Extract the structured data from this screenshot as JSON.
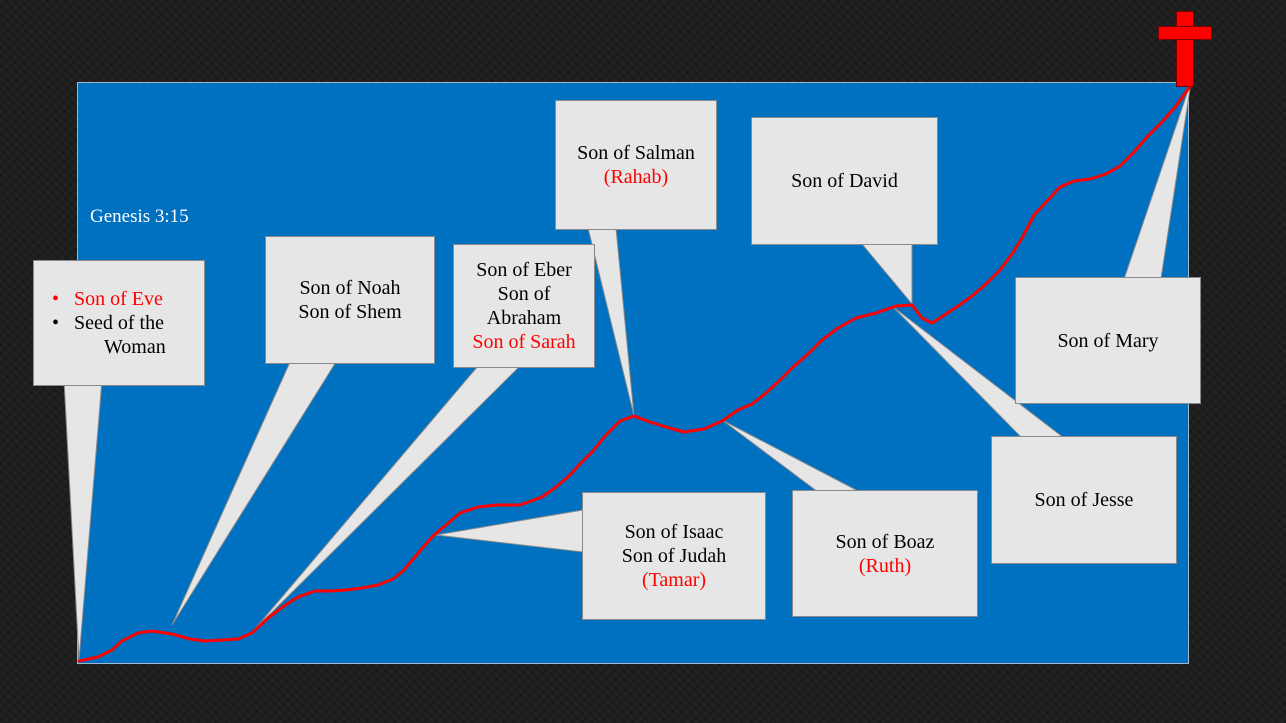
{
  "genesis_label": "Genesis 3:15",
  "boxes": {
    "eve": {
      "bullet1": "Son of Eve",
      "bullet2_a": "Seed of the",
      "bullet2_b": "Woman",
      "bullet_symbol": "•"
    },
    "noah": {
      "line1": "Son of Noah",
      "line2": "Son of Shem"
    },
    "eber": {
      "line1": "Son of Eber",
      "line2": "Son of",
      "line3": "Abraham",
      "line4": "Son of Sarah"
    },
    "salman": {
      "line1": "Son of Salman",
      "line2": "(Rahab)"
    },
    "david": {
      "line1": "Son of David"
    },
    "mary": {
      "line1": "Son of Mary"
    },
    "isaac": {
      "line1": "Son of Isaac",
      "line2": "Son of Judah",
      "line3": "(Tamar)"
    },
    "boaz": {
      "line1": "Son of Boaz",
      "line2": "(Ruth)"
    },
    "jesse": {
      "line1": "Son of Jesse"
    }
  },
  "colors": {
    "background": "#1e1e1e",
    "panel": "#0070c0",
    "box": "#e6e6e6",
    "line": "#ff0000",
    "cross": "#ff0000",
    "highlight_text": "#ff0000"
  },
  "icons": {
    "cross": "cross-icon"
  }
}
